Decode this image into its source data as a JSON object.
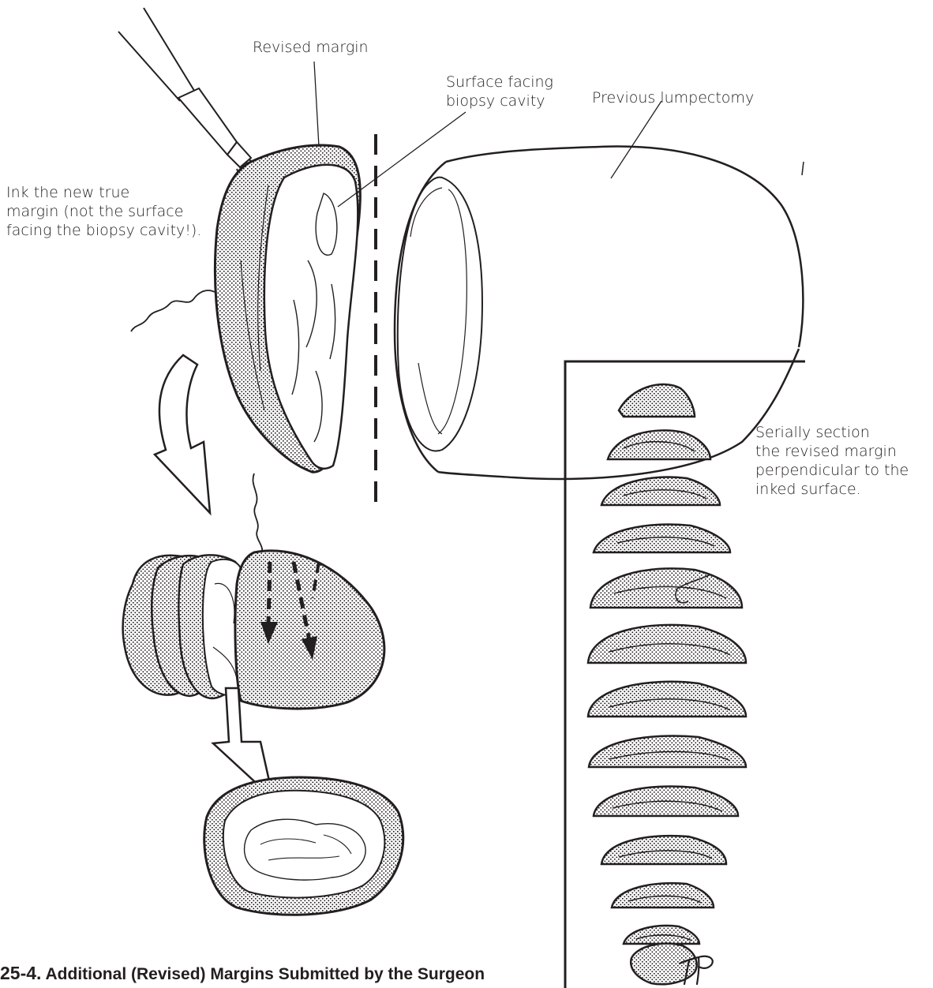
{
  "labels": {
    "revised_margin": "Revised margin",
    "surface_line1": "Surface facing",
    "surface_line2": "biopsy cavity",
    "previous_lumpectomy": "Previous lumpectomy",
    "ink_line1": "Ink the new true",
    "ink_line2": "margin (not the surface",
    "ink_line3": "facing the biopsy cavity!).",
    "serial_line1": "Serially section",
    "serial_line2": "the revised margin",
    "serial_line3": "perpendicular to the",
    "serial_line4": "inked surface."
  },
  "caption": {
    "number": "25-4.",
    "text": "Additional (Revised) Margins Submitted by the Surgeon"
  },
  "signature": "TP",
  "colors": {
    "ink": "#231f20",
    "background": "#ffffff"
  }
}
